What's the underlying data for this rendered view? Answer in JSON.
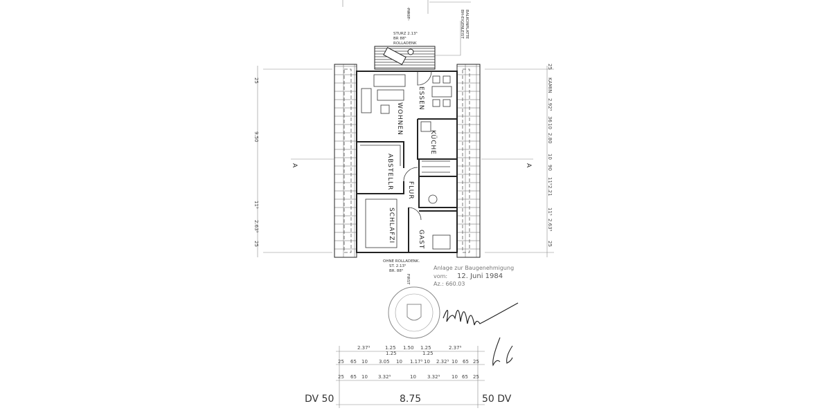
{
  "top": {
    "first": "FIRST",
    "balcony_note": [
      "BALKONPLATTE",
      "BH-EIGENLEIST"
    ],
    "lintel_note": [
      "STURZ 2.13⁵",
      "BR 88⁵",
      "ROLLADENK"
    ]
  },
  "rooms": {
    "wohnen": "WOHNEN",
    "essen": "ESSEN",
    "kueche": "KÜCHE",
    "abstell": "ABSTELLR",
    "flur": "FLUR",
    "schlafzi": "SCHLAFZI",
    "gast": "GAST"
  },
  "section_marker": "A",
  "left_dims": [
    "25",
    "9.50",
    "11⁵",
    "2.63⁵",
    "25"
  ],
  "right_dims": [
    "25",
    "KAMIN",
    "2.92⁵",
    "36",
    "10",
    "2.80",
    "10",
    "90",
    "11⁵",
    "2.21",
    "11⁵",
    "2.63⁵",
    "25"
  ],
  "bottom_note": [
    "OHNE ROLLADENK.",
    "ST. 2.13⁵",
    "BR. 88⁵"
  ],
  "bottom_first": "FIRST",
  "stamp": {
    "line1": "Anlage zur Baugenehmigung",
    "line2_label": "vom:",
    "line2_date": "12. Juni 1984",
    "line3": "Az.: 660.03"
  },
  "dim_rows": {
    "row1": [
      "2.37⁵",
      "1.25",
      "1.50",
      "1.25",
      "2.37⁵"
    ],
    "row1b": [
      "1.25",
      "1.25"
    ],
    "row2": [
      "25",
      "65",
      "10",
      "3.05",
      "10",
      "1.17⁵",
      "10",
      "2.32⁵",
      "10",
      "65",
      "25"
    ],
    "row3": [
      "25",
      "65",
      "10",
      "3.32⁵",
      "10",
      "3.32⁵",
      "10",
      "65",
      "25"
    ],
    "row4": [
      "DV 50",
      "8.75",
      "50 DV"
    ]
  }
}
